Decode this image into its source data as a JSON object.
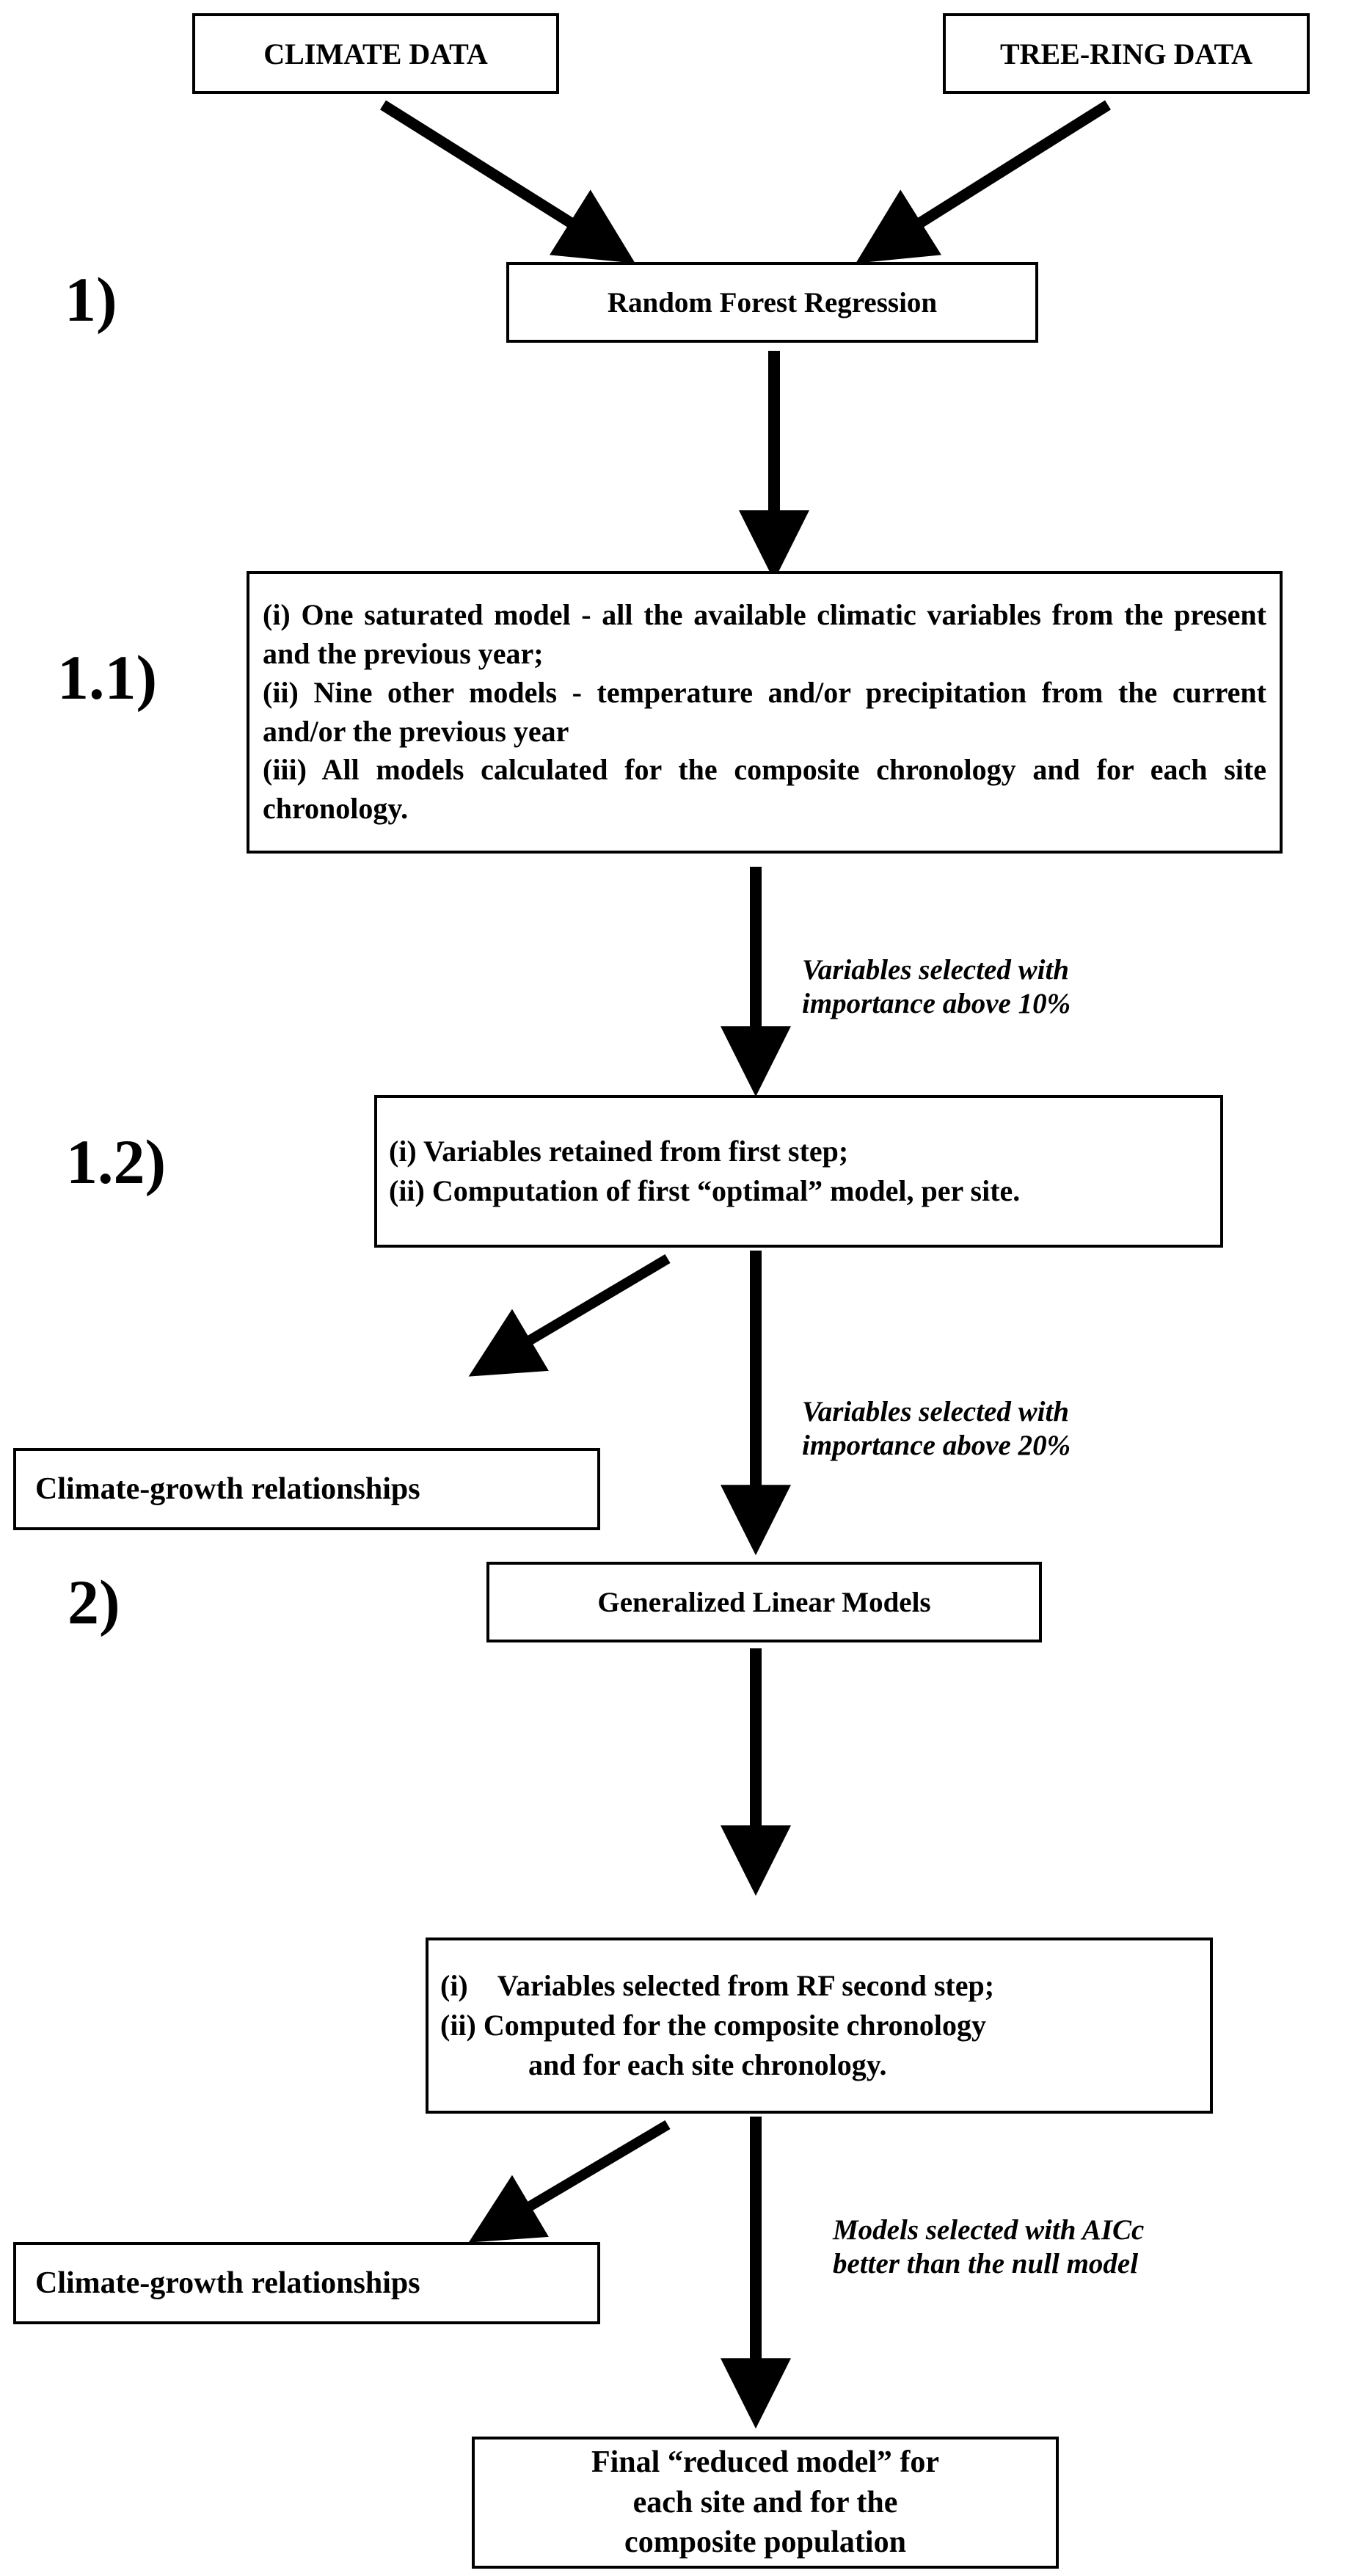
{
  "diagram": {
    "title_nodes": {
      "climate_data": "CLIMATE DATA",
      "tree_ring_data": "TREE-RING DATA"
    },
    "step_labels": {
      "step1": "1)",
      "step1_1": "1.1)",
      "step1_2": "1.2)",
      "step2": "2)"
    },
    "nodes": {
      "random_forest": "Random Forest Regression",
      "rf_models": "(i) One saturated model - all the available climatic variables from the present and the previous year;\n(ii) Nine other models - temperature and/or precipitation from the current and/or the previous year\n(iii) All models calculated for the composite chronology and for each site chronology.",
      "rf_optimal": "(i) Variables retained from first step;\n(ii) Computation of first “optimal” model, per site.",
      "climate_growth_1": "Climate-growth relationships",
      "glm": "Generalized Linear Models",
      "glm_inputs": "(i) Variables selected from RF second step;\n(ii) Computed for the composite chronology\n   and for each site chronology.",
      "climate_growth_2": "Climate-growth relationships",
      "final_model": "Final “reduced model” for\neach site and for the\ncomposite population"
    },
    "edge_notes": {
      "importance_10": "Variables selected with\nimportance above 10%",
      "importance_20": "Variables selected with\nimportance above 20%",
      "aicc": "Models selected with AICc\nbetter than the null model"
    },
    "colors": {
      "stroke": "#000000",
      "background": "#ffffff"
    }
  }
}
